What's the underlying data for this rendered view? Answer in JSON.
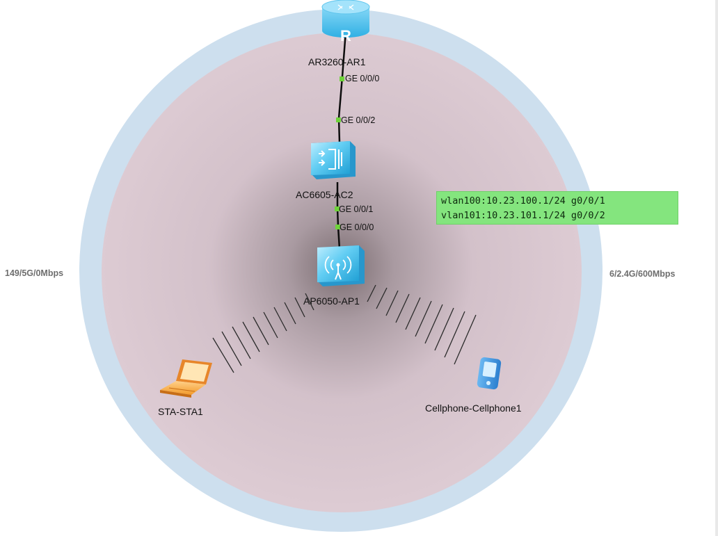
{
  "devices": {
    "router": {
      "label": "AR3260-AR1",
      "icon": "router-icon"
    },
    "ac": {
      "label": "AC6605-AC2",
      "icon": "access-controller-icon"
    },
    "ap": {
      "label": "AP6050-AP1",
      "icon": "access-point-icon"
    },
    "sta": {
      "label": "STA-STA1",
      "icon": "laptop-icon"
    },
    "cellphone": {
      "label": "Cellphone-Cellphone1",
      "icon": "cellphone-icon"
    }
  },
  "ports": {
    "router_ge000": "GE 0/0/0",
    "ac_ge002": "GE 0/0/2",
    "ac_ge001": "GE 0/0/1",
    "ap_ge000": "GE 0/0/0"
  },
  "radio": {
    "band_5g": "149/5G/0Mbps",
    "band_24g": "6/2.4G/600Mbps"
  },
  "note": {
    "line1": "wlan100:10.23.100.1/24 g0/0/1",
    "line2": "vlan101:10.23.101.1/24 g0/0/2"
  },
  "colors": {
    "coverage_outer": "#cddfee",
    "coverage_inner": "#d8c6cf",
    "coverage_center": "#7a6c70",
    "link": "#0d0d0d",
    "port_dot": "#6ed33a",
    "device_blue": "#5fc6ee",
    "note_bg": "#84e57e"
  }
}
